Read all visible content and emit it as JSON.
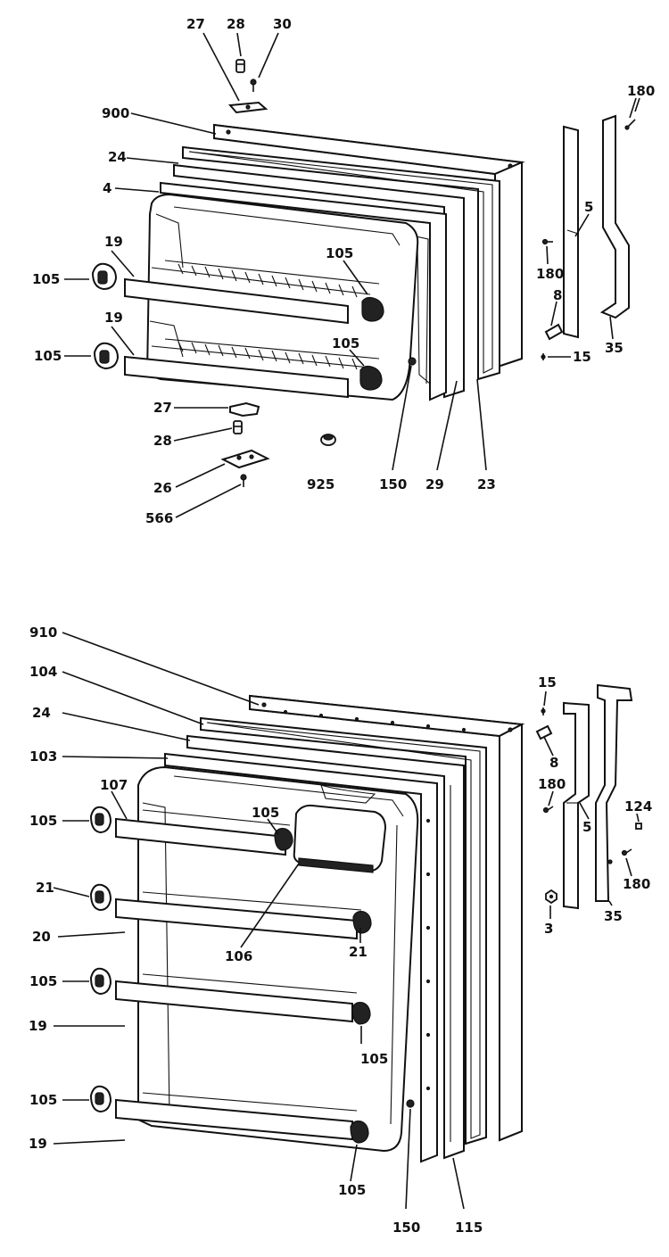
{
  "freezer_door": {
    "callouts": [
      "27",
      "28",
      "30",
      "900",
      "24",
      "4",
      "19",
      "105",
      "19",
      "105",
      "105",
      "105",
      "27",
      "28",
      "26",
      "566",
      "925",
      "150",
      "29",
      "23",
      "180",
      "5",
      "180",
      "8",
      "15",
      "35"
    ]
  },
  "fresh_food_door": {
    "callouts": [
      "910",
      "104",
      "24",
      "103",
      "107",
      "105",
      "21",
      "20",
      "105",
      "19",
      "105",
      "19",
      "105",
      "106",
      "21",
      "105",
      "105",
      "150",
      "115",
      "15",
      "8",
      "180",
      "5",
      "124",
      "180",
      "3",
      "35"
    ]
  }
}
